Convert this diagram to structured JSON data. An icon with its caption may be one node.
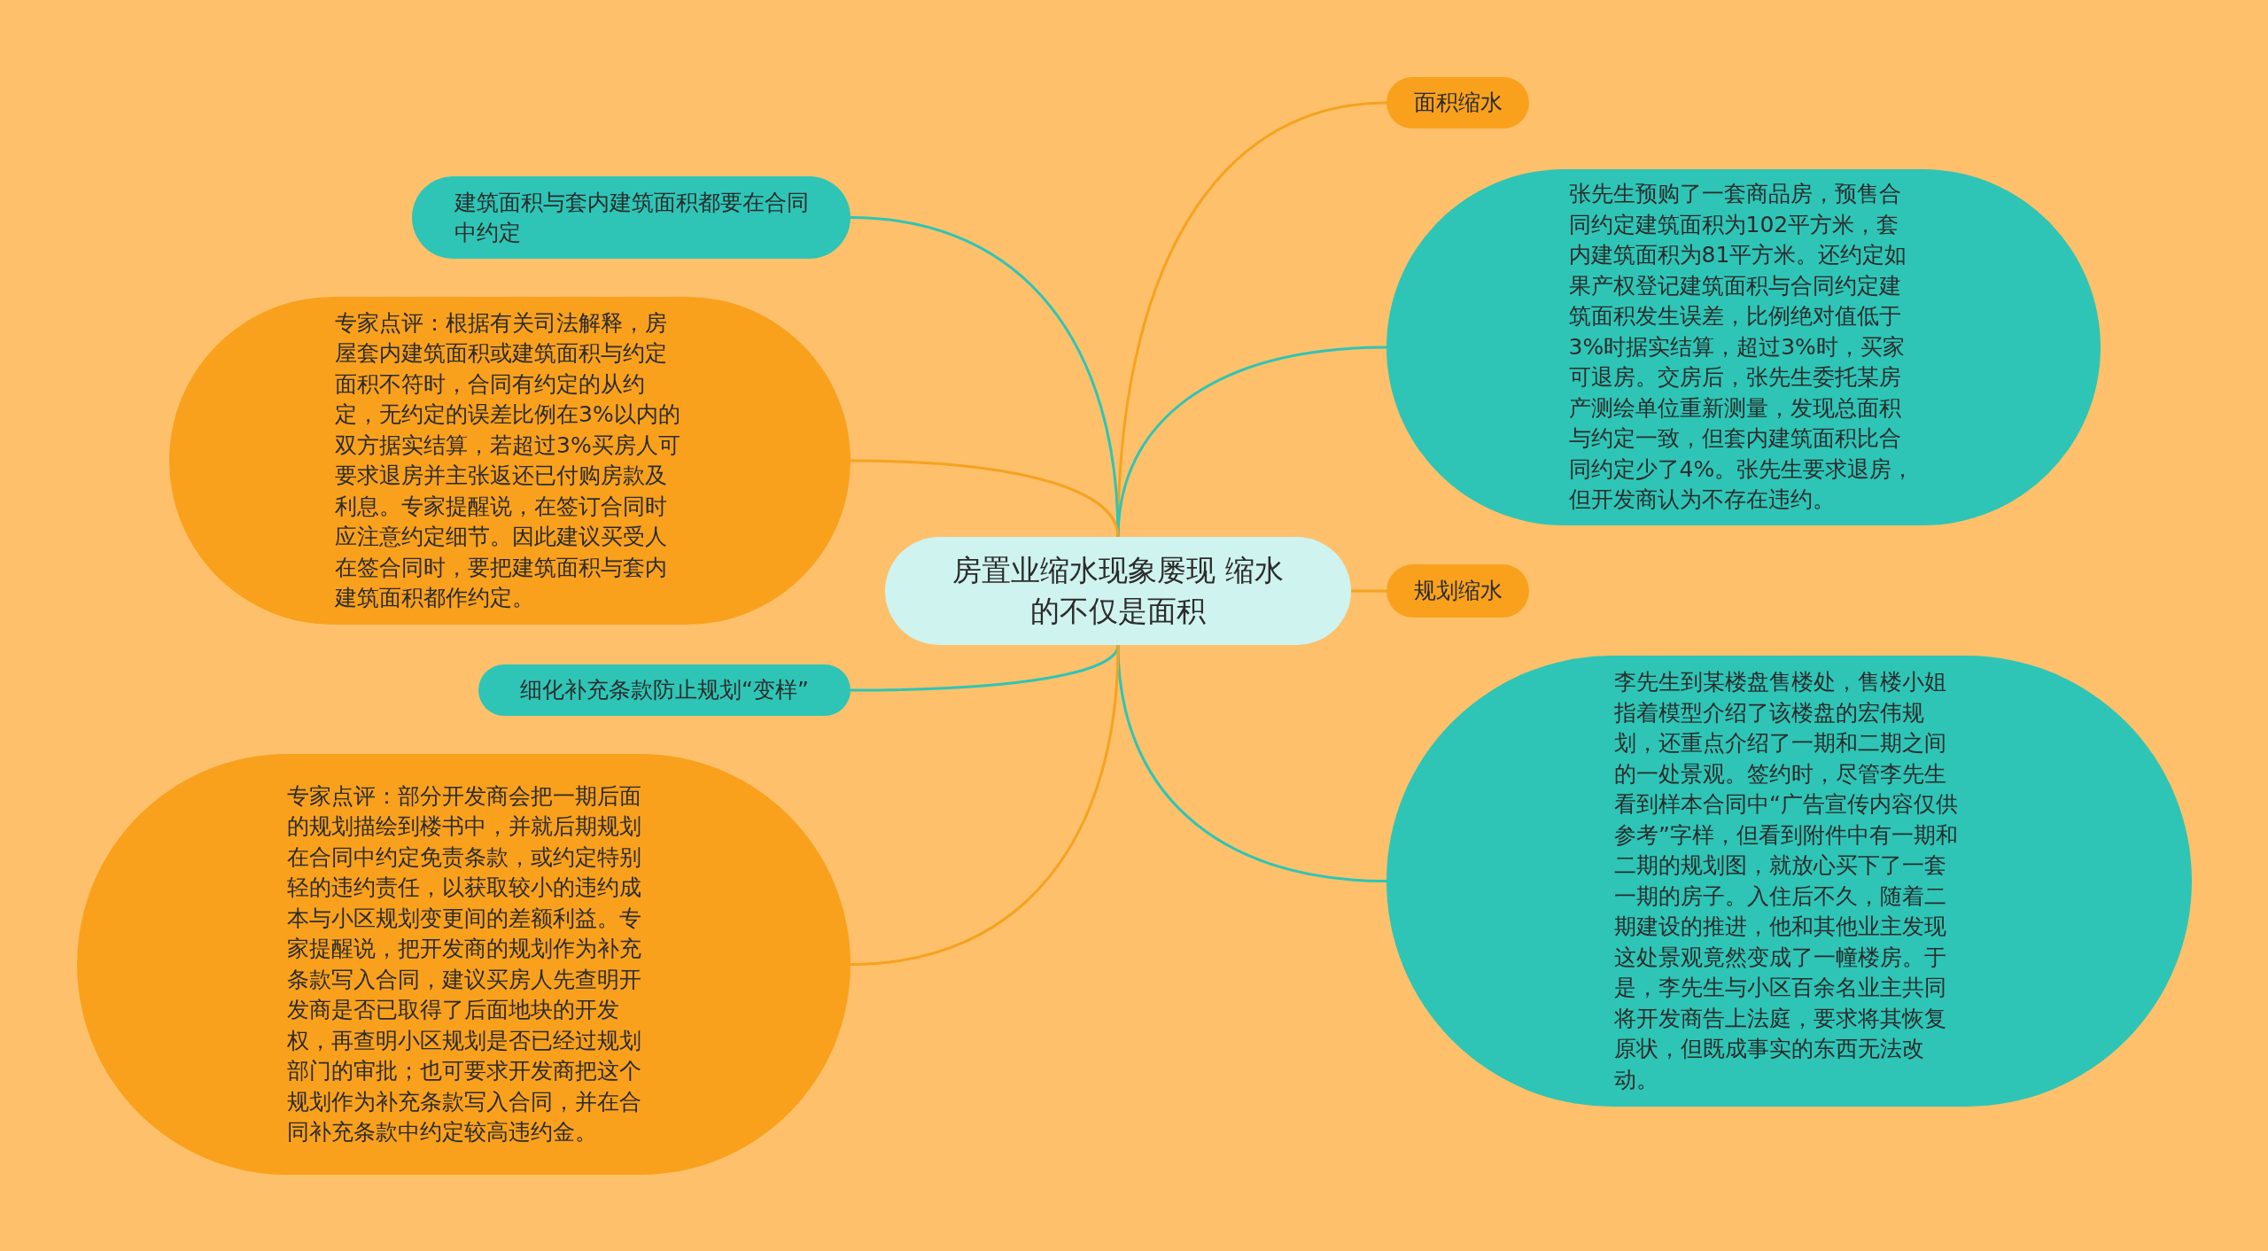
{
  "diagram": {
    "nodes": [
      {
        "text": [
          "房置业缩水现象屡现 缩水的不仅是面积"
        ]
      },
      {
        "text": [
          "面积缩水"
        ]
      },
      {
        "text": [
          "张先生预购了一套商品房，预售合同约定建筑面积为102平方米，套内建筑面积为81平方米。还约定如果产权登记建筑面积与合同约定建筑面积发生误差，比例绝对值低于3%时据实结算，超过3%时，买家可退房。交房后，张先生委托某房产测绘单位重新测量，发现总面积与约定一致，但套内建筑面积比合同约定少了4%。张先生要求退房，但开发商认为不存在违约。"
        ]
      },
      {
        "text": [
          "规划缩水"
        ]
      },
      {
        "text": [
          "李先生到某楼盘售楼处，售楼小姐指着模型介绍了该楼盘的宏伟规划，还重点介绍了一期和二期之间的一处景观。签约时，尽管李先生看到样本合同中“广告宣传内容仅供参考”字样，但看到附件中有一期和二期的规划图，就放心买下了一套一期的房子。入住后不久，随着二期建设的推进，他和其他业主发现这处景观竟然变成了一幢楼房。于是，李先生与小区百余名业主共同将开发商告上法庭，要求将其恢复原状，但既成事实的东西无法改动。"
        ]
      },
      {
        "text": [
          "建筑面积与套内建筑面积都要在合同中约定"
        ]
      },
      {
        "text": [
          "专家点评：根据有关司法解释，房屋套内建筑面积或建筑面积与约定面积不符时，合同有约定的从约定，无约定的误差比例在3%以内的双方据实结算，若超过3%买房人可要求退房并主张返还已付购房款及利息。专家提醒说，在签订合同时应注意约定细节。因此建议买受人在签合同时，要把建筑面积与套内建筑面积都作约定。"
        ]
      },
      {
        "text": [
          "细化补充条款防止规划“变样”"
        ]
      },
      {
        "text": [
          "专家点评：部分开发商会把一期后面的规划描绘到楼书中，并就后期规划在合同中约定免责条款，或约定特别轻的违约责任，以获取较小的违约成本与小区规划变更间的差额利益。专家提醒说，把开发商的规划作为补充条款写入合同，建议买房人先查明开发商是否已取得了后面地块的开发权，再查明小区规划是否已经过规划部门的审批；也可要求开发商把这个规划作为补充条款写入合同，并在合同补充条款中约定较高违约金。"
        ]
      }
    ],
    "edges": [
      {
        "from": 0,
        "to": 1,
        "arrow": "none",
        "color": "#f5a21f"
      },
      {
        "from": 0,
        "to": 2,
        "arrow": "none",
        "color": "#2ec5b6"
      },
      {
        "from": 0,
        "to": 3,
        "arrow": "none",
        "color": "#f5a21f"
      },
      {
        "from": 0,
        "to": 4,
        "arrow": "none",
        "color": "#2ec5b6"
      },
      {
        "from": 0,
        "to": 5,
        "arrow": "none",
        "color": "#2ec5b6"
      },
      {
        "from": 0,
        "to": 6,
        "arrow": "none",
        "color": "#f5a21f"
      },
      {
        "from": 0,
        "to": 7,
        "arrow": "none",
        "color": "#2ec5b6"
      },
      {
        "from": 0,
        "to": 8,
        "arrow": "none",
        "color": "#f5a21f"
      }
    ]
  }
}
